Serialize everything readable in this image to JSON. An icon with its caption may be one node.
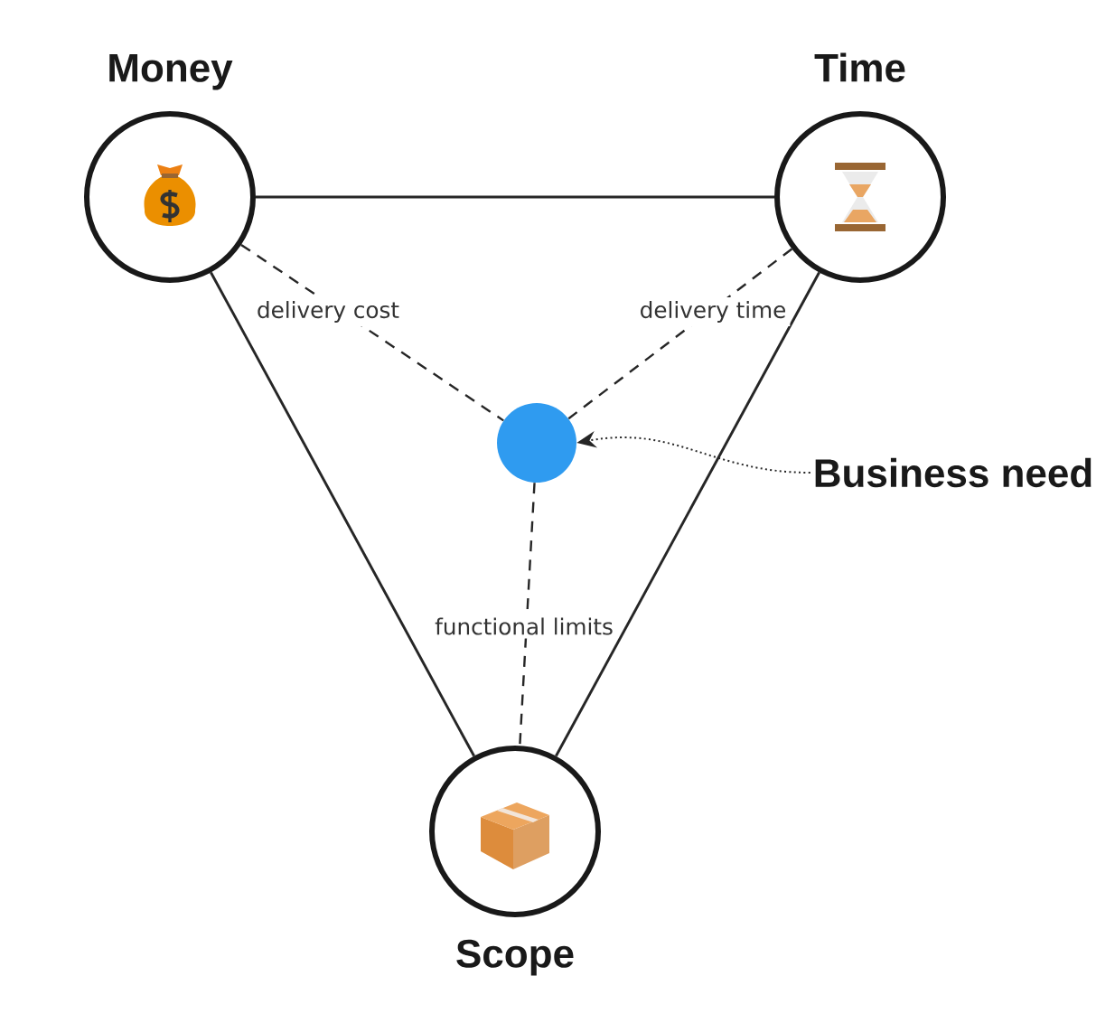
{
  "diagram": {
    "nodes": [
      {
        "text": [
          "Money"
        ]
      },
      {
        "text": [
          "Time"
        ]
      },
      {
        "text": [
          "Scope"
        ]
      },
      {
        "text": [],
        "shape": "circle"
      },
      {
        "text": [
          "Business need"
        ]
      }
    ],
    "edges": [
      {
        "from": 0,
        "to": 1,
        "arrow": "none"
      },
      {
        "from": 0,
        "to": 2,
        "arrow": "none"
      },
      {
        "from": 1,
        "to": 2,
        "arrow": "none"
      },
      {
        "from": 0,
        "to": 3,
        "arrow": "none",
        "style": "dashed",
        "label": "delivery cost"
      },
      {
        "from": 1,
        "to": 3,
        "arrow": "none",
        "style": "dashed",
        "label": "delivery time"
      },
      {
        "from": 3,
        "to": 2,
        "arrow": "none",
        "style": "dashed",
        "label": "functional limits"
      },
      {
        "from": 4,
        "to": 3,
        "arrow": "to",
        "style": "dashed"
      }
    ]
  }
}
